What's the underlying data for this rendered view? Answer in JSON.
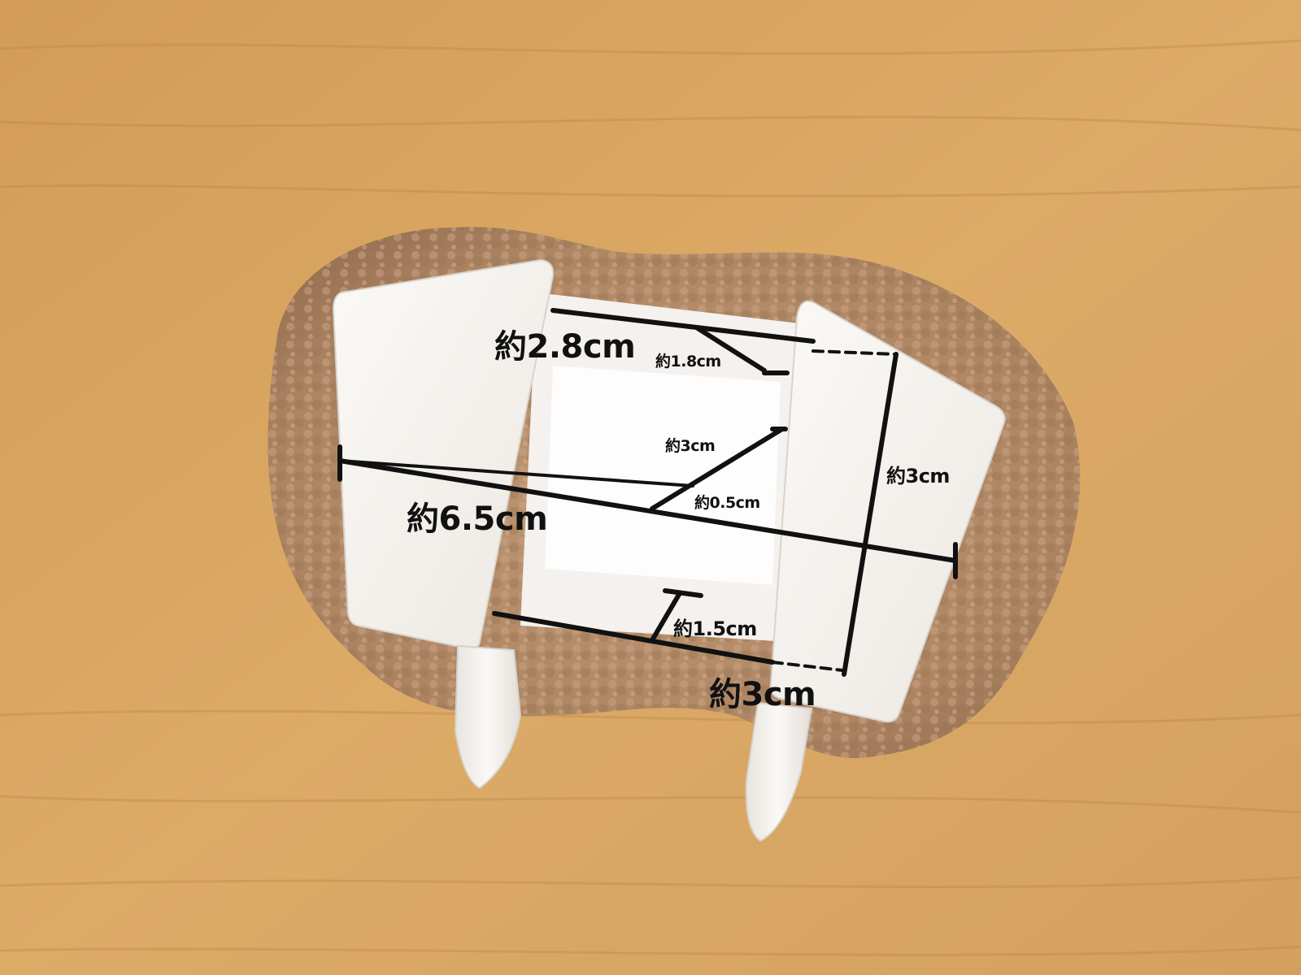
{
  "photo": {
    "subject": [
      "wood-surface",
      "plush-fur-piece",
      "white-printed-plate-left",
      "white-printed-plate-right",
      "fang-left",
      "fang-right"
    ],
    "colors": {
      "wood": "#d9a660",
      "wood_grain": "#c58f48",
      "fur": "#b48a66",
      "fur_shadow": "#8f6a4c",
      "plastic": "#f8f5f1",
      "plastic_shadow": "#ddd8d2",
      "annotation": "#111111"
    }
  },
  "annotations": {
    "width_top": "約2.8cm",
    "inner_top": "約1.8cm",
    "inner_diag": "約3cm",
    "overall_width": "約6.5cm",
    "inner_gap": "約0.5cm",
    "height_right": "約3cm",
    "inner_bottom": "約1.5cm",
    "width_bottom": "約3cm"
  }
}
